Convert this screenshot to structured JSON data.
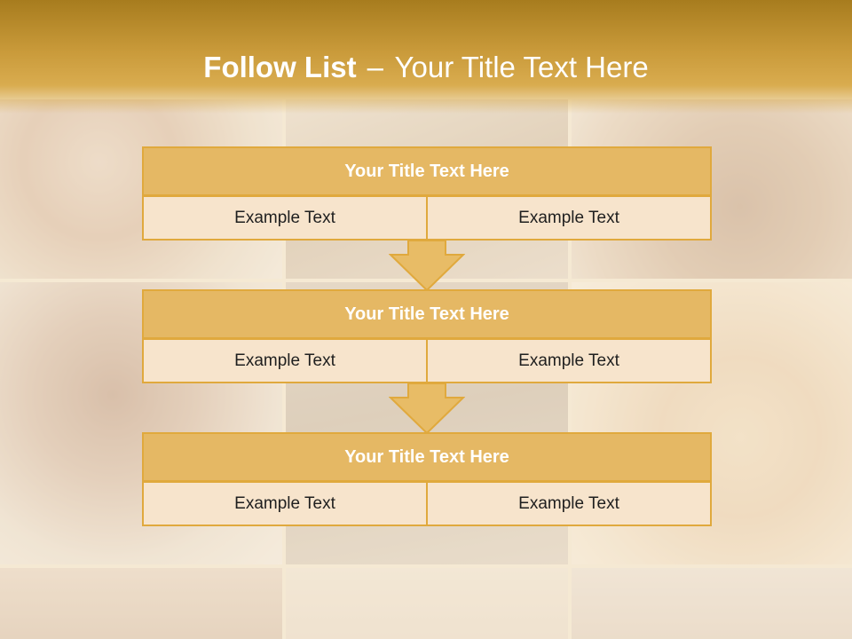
{
  "slide": {
    "title_bold": "Follow List",
    "title_sep": "–",
    "title_rest": "Your Title Text Here"
  },
  "blocks": [
    {
      "title": "Your Title Text Here",
      "left": "Example Text",
      "right": "Example Text"
    },
    {
      "title": "Your Title Text Here",
      "left": "Example Text",
      "right": "Example Text"
    },
    {
      "title": "Your Title Text Here",
      "left": "Example Text",
      "right": "Example Text"
    }
  ],
  "colors": {
    "header": "#c99a3a",
    "box_title": "#e5b864",
    "box_cell": "#f7e4cc",
    "border": "#e0a93d",
    "arrow": "#e8bc66"
  }
}
